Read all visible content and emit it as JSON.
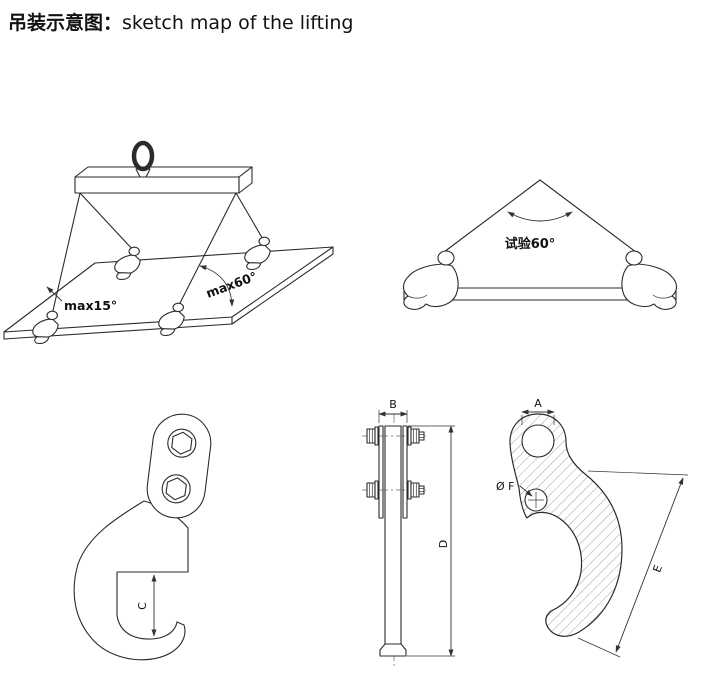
{
  "header": {
    "title_zh": "吊装示意图：",
    "title_en": "sketch map of the lifting"
  },
  "lifting_scene": {
    "label_max15": "max15°",
    "label_max60": "max60°"
  },
  "test_diagram": {
    "label_angle": "试验60°"
  },
  "dim_labels": {
    "a": "A",
    "b": "B",
    "c": "C",
    "d": "D",
    "e": "E",
    "f": "Ø F"
  },
  "colors": {
    "line": "#2b2b2b",
    "background": "#ffffff"
  }
}
